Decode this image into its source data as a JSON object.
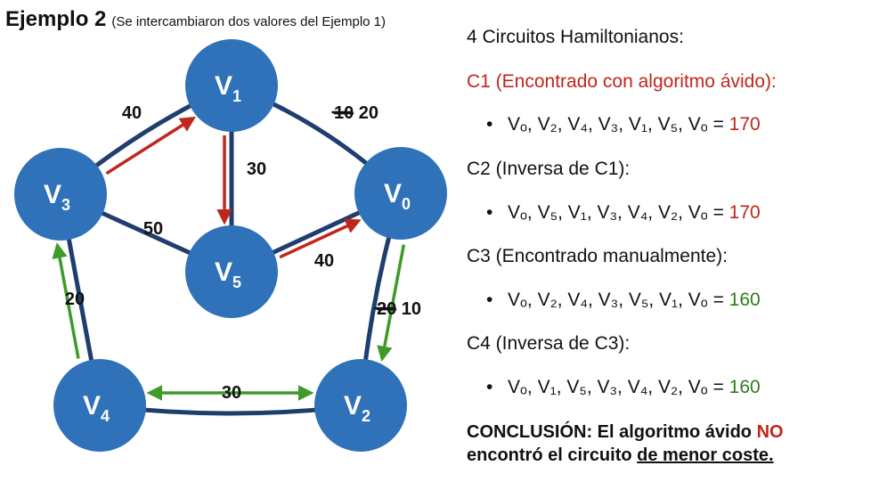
{
  "title": {
    "main": "Ejemplo 2",
    "sub": "(Se intercambiaron dos valores del Ejemplo 1)"
  },
  "nodes": [
    {
      "id": "V1",
      "letter": "V",
      "sub": "1"
    },
    {
      "id": "V0",
      "letter": "V",
      "sub": "0"
    },
    {
      "id": "V2",
      "letter": "V",
      "sub": "2"
    },
    {
      "id": "V4",
      "letter": "V",
      "sub": "4"
    },
    {
      "id": "V3",
      "letter": "V",
      "sub": "3"
    },
    {
      "id": "V5",
      "letter": "V",
      "sub": "5"
    }
  ],
  "edges": [
    {
      "from": "V3",
      "to": "V1",
      "label": "40"
    },
    {
      "from": "V1",
      "to": "V0",
      "old": "10",
      "label": "20"
    },
    {
      "from": "V1",
      "to": "V5",
      "label": "30"
    },
    {
      "from": "V3",
      "to": "V5",
      "label": "50"
    },
    {
      "from": "V5",
      "to": "V0",
      "label": "40"
    },
    {
      "from": "V3",
      "to": "V4",
      "label": "20"
    },
    {
      "from": "V0",
      "to": "V2",
      "old": "20",
      "label": "10"
    },
    {
      "from": "V4",
      "to": "V2",
      "label": "30"
    }
  ],
  "paths": {
    "greedy": {
      "color": "#c0261c",
      "sequence": [
        "V0",
        "V2",
        "V4",
        "V3",
        "V1",
        "V5",
        "V0"
      ]
    },
    "manual": {
      "color": "#3f9a2a",
      "sequence": [
        "V0",
        "V2",
        "V4",
        "V3"
      ]
    }
  },
  "colors": {
    "node_fill": "#2f72b9",
    "edge": "#1f3e6e"
  },
  "panel": {
    "heading": "4 Circuitos Hamiltonianos:",
    "c1": {
      "heading": "C1 (Encontrado con algoritmo ávido):",
      "circuit": "Vₒ, V₂, V₄, V₃, V₁, V₅, Vₒ = ",
      "cost": "170"
    },
    "c2": {
      "heading": "C2 (Inversa de C1):",
      "circuit": "Vₒ, V₅, V₁, V₃, V₄, V₂, Vₒ = ",
      "cost": "170"
    },
    "c3": {
      "heading": "C3 (Encontrado manualmente):",
      "circuit": "Vₒ, V₂, V₄, V₃, V₅, V₁, Vₒ = ",
      "cost": "160"
    },
    "c4": {
      "heading": "C4 (Inversa de C3):",
      "circuit": "Vₒ, V₁, V₅, V₃, V₄, V₂, Vₒ = ",
      "cost": "160"
    },
    "conclusion": {
      "label": "CONCLUSIÓN:",
      "text1": " El algoritmo ávido ",
      "no": "NO",
      "text2": "encontró el circuito ",
      "underlined": "de menor coste."
    }
  }
}
